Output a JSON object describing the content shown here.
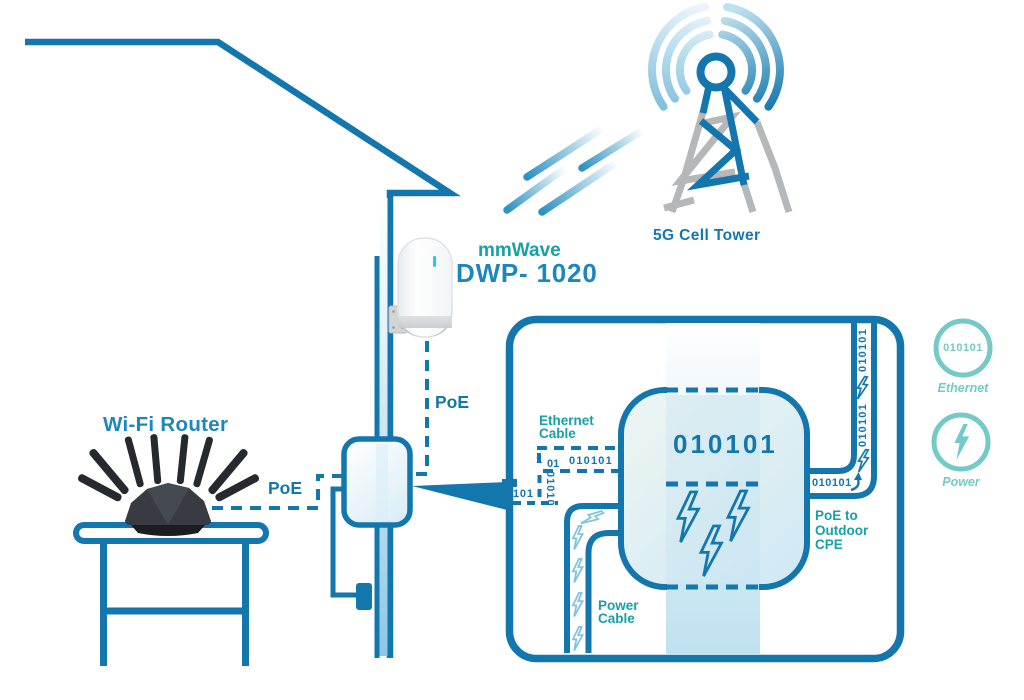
{
  "labels": {
    "tower": "5G Cell Tower",
    "device_brand": "mmWave",
    "device_model": "DWP- 1020",
    "router": "Wi-Fi Router",
    "poe_router": "PoE",
    "poe_wall": "PoE",
    "ethernet_cable": [
      "Ethernet",
      "Cable"
    ],
    "power_cable": [
      "Power",
      "Cable"
    ],
    "poe_cpe": [
      "PoE to",
      "Outdoor",
      "CPE"
    ]
  },
  "bits": {
    "big": "010101",
    "entry_lead": "1",
    "entry_turn": "01",
    "entry_row": "010101",
    "entry_col": "01010",
    "entry_start": "101",
    "right_upper": "010101",
    "right_lower": "010101",
    "bend": "010101"
  },
  "legend": {
    "ethernet_icon_text": "010101",
    "ethernet_label": "Ethernet",
    "power_label": "Power"
  },
  "colors": {
    "line_blue": "#1377ad",
    "label_blue": "#1c87bd",
    "label_teal": "#16a1a8",
    "legend_teal": "#74cac6",
    "band_blue": "#c3e3f1",
    "tower_gray": "#b5b7b9"
  }
}
